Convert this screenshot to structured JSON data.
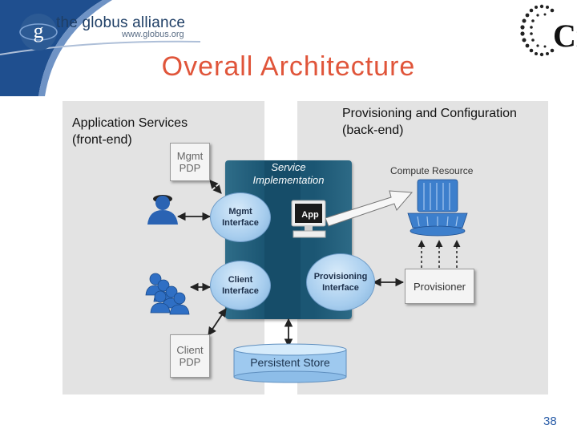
{
  "header": {
    "brand": "the globus alliance",
    "url": "www.globus.org",
    "logo_letter": "g",
    "corner_logo_letters": "Ci"
  },
  "slide": {
    "title": "Overall Architecture",
    "page_number": "38"
  },
  "panels": {
    "left_label": "Application Services\n(front-end)",
    "right_label": "Provisioning and Configuration\n(back-end)"
  },
  "diagram": {
    "service_impl_title": "Service\nImplementation",
    "mgmt_interface": "Mgmt\nInterface",
    "client_interface": "Client\nInterface",
    "provisioning_interface": "Provisioning\nInterface",
    "app": "App",
    "mgmt_pdp": "Mgmt\nPDP",
    "client_pdp": "Client\nPDP",
    "provisioner": "Provisioner",
    "compute_resource": "Compute Resource",
    "persistent_store": "Persistent Store"
  },
  "colors": {
    "title": "#e0553a",
    "header_band": "#1f4f8f",
    "service_box": "#1b5673",
    "bubble": "#a7cdee",
    "panel": "#e3e3e3"
  }
}
